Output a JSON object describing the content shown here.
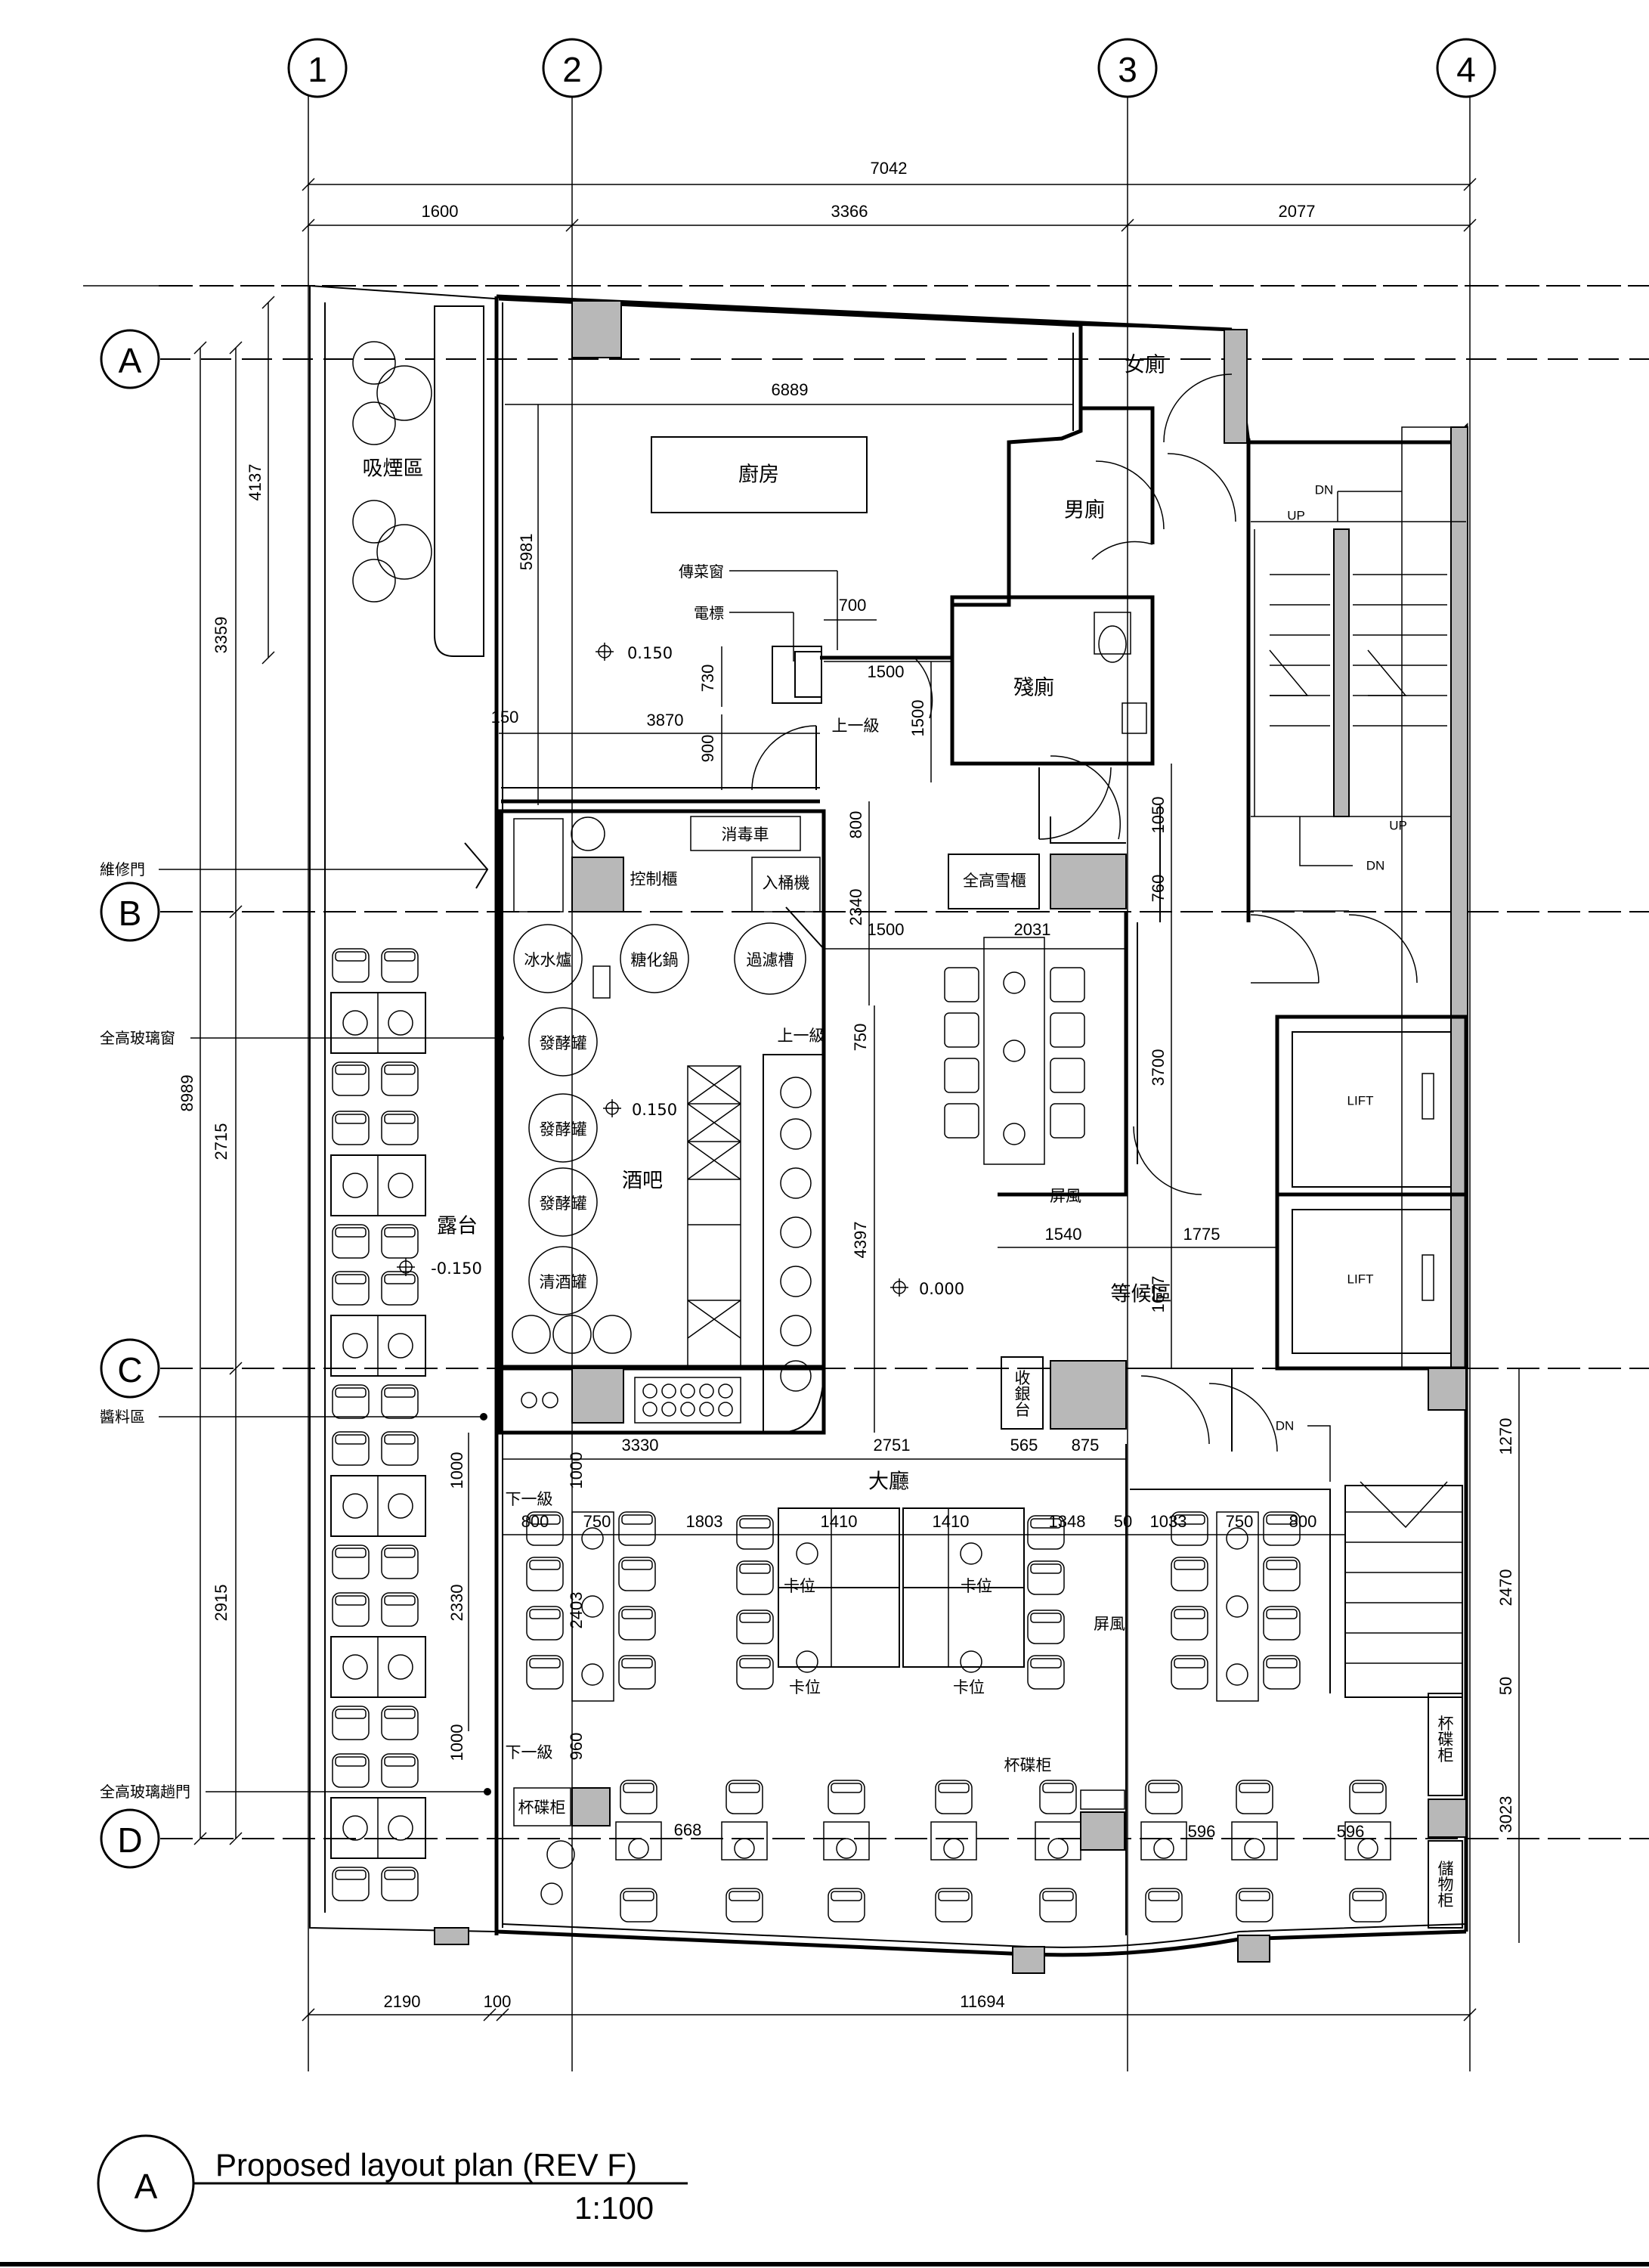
{
  "grid": {
    "columns": [
      "1",
      "2",
      "3",
      "4"
    ],
    "rows": [
      "A",
      "B",
      "C",
      "D"
    ]
  },
  "dimensions": {
    "top_total": "7042",
    "top_segments": [
      "1600",
      "3366",
      "2077"
    ],
    "kitchen_width": "6889",
    "left_total": "8989",
    "left_segments": [
      "3359",
      "2715",
      "2915"
    ],
    "smoking_depth": "4137",
    "kitchen_depth": "5981",
    "d_3870": "3870",
    "d_150": "150",
    "d_700": "700",
    "d_730": "730",
    "d_1500a": "1500",
    "d_1500b": "1500",
    "d_900": "900",
    "d_800v": "800",
    "d_2340": "2340",
    "d_1500c": "1500",
    "d_2031": "2031",
    "d_750v": "750",
    "d_4397": "4397",
    "d_1050": "1050",
    "d_760": "760",
    "d_3700": "3700",
    "d_1540": "1540",
    "d_1775": "1775",
    "d_1677": "1677",
    "d_3330": "3330",
    "d_2751": "2751",
    "d_565": "565",
    "d_875": "875",
    "d_1000a": "1000",
    "d_1000b": "1000",
    "d_1000c": "1000",
    "d_2330": "2330",
    "d_2403": "2403",
    "d_960": "960",
    "row_dims": [
      "800",
      "750",
      "1803",
      "1410",
      "1410",
      "1348",
      "50",
      "1033",
      "750",
      "800"
    ],
    "d_668": "668",
    "d_596a": "596",
    "d_596b": "596",
    "right_segments": [
      "1270",
      "2470",
      "50",
      "3023"
    ],
    "bottom_segments": [
      "2190",
      "100",
      "11694"
    ]
  },
  "rooms": {
    "smoking": "吸煙區",
    "kitchen": "廚房",
    "ladies": "女廁",
    "mens": "男廁",
    "disabled": "殘廁",
    "pass_window": "傳菜窗",
    "meter": "電標",
    "step_up_1": "上一級",
    "step_up_2": "上一級",
    "sanitizer_cart": "消毒車",
    "control_cabinet": "控制櫃",
    "barrel_machine": "入桶機",
    "ice_cooker": "冰水爐",
    "mash_tun": "糖化鍋",
    "lauter_tun": "過濾槽",
    "fermenter_1": "發酵罐",
    "fermenter_2": "發酵罐",
    "fermenter_3": "發酵罐",
    "bright_tank": "清酒罐",
    "bar": "酒吧",
    "terrace": "露台",
    "fridge": "全高雪櫃",
    "screen_1": "屏風",
    "screen_2": "屏風",
    "waiting": "等候區",
    "cashier": "收銀台",
    "hall": "大廳",
    "step_down_1": "下一級",
    "step_down_2": "下一級",
    "booth": "卡位",
    "cup_cabinet_1": "杯碟柜",
    "cup_cabinet_2": "杯碟柜",
    "cup_cabinet_3": "杯碟柜",
    "storage": "儲物柜",
    "lift": "LIFT",
    "dn": "DN",
    "up": "UP"
  },
  "levels": {
    "kitchen": "0.150",
    "bar": "0.150",
    "terrace": "-0.150",
    "hall": "0.000"
  },
  "callouts": {
    "maintenance_door": "維修門",
    "glass_window": "全高玻璃窗",
    "sauce_area": "醬料區",
    "glass_sliding_door": "全高玻璃趟門"
  },
  "title_block": {
    "tag": "A",
    "title": "Proposed layout plan (REV F)",
    "scale": "1:100"
  }
}
